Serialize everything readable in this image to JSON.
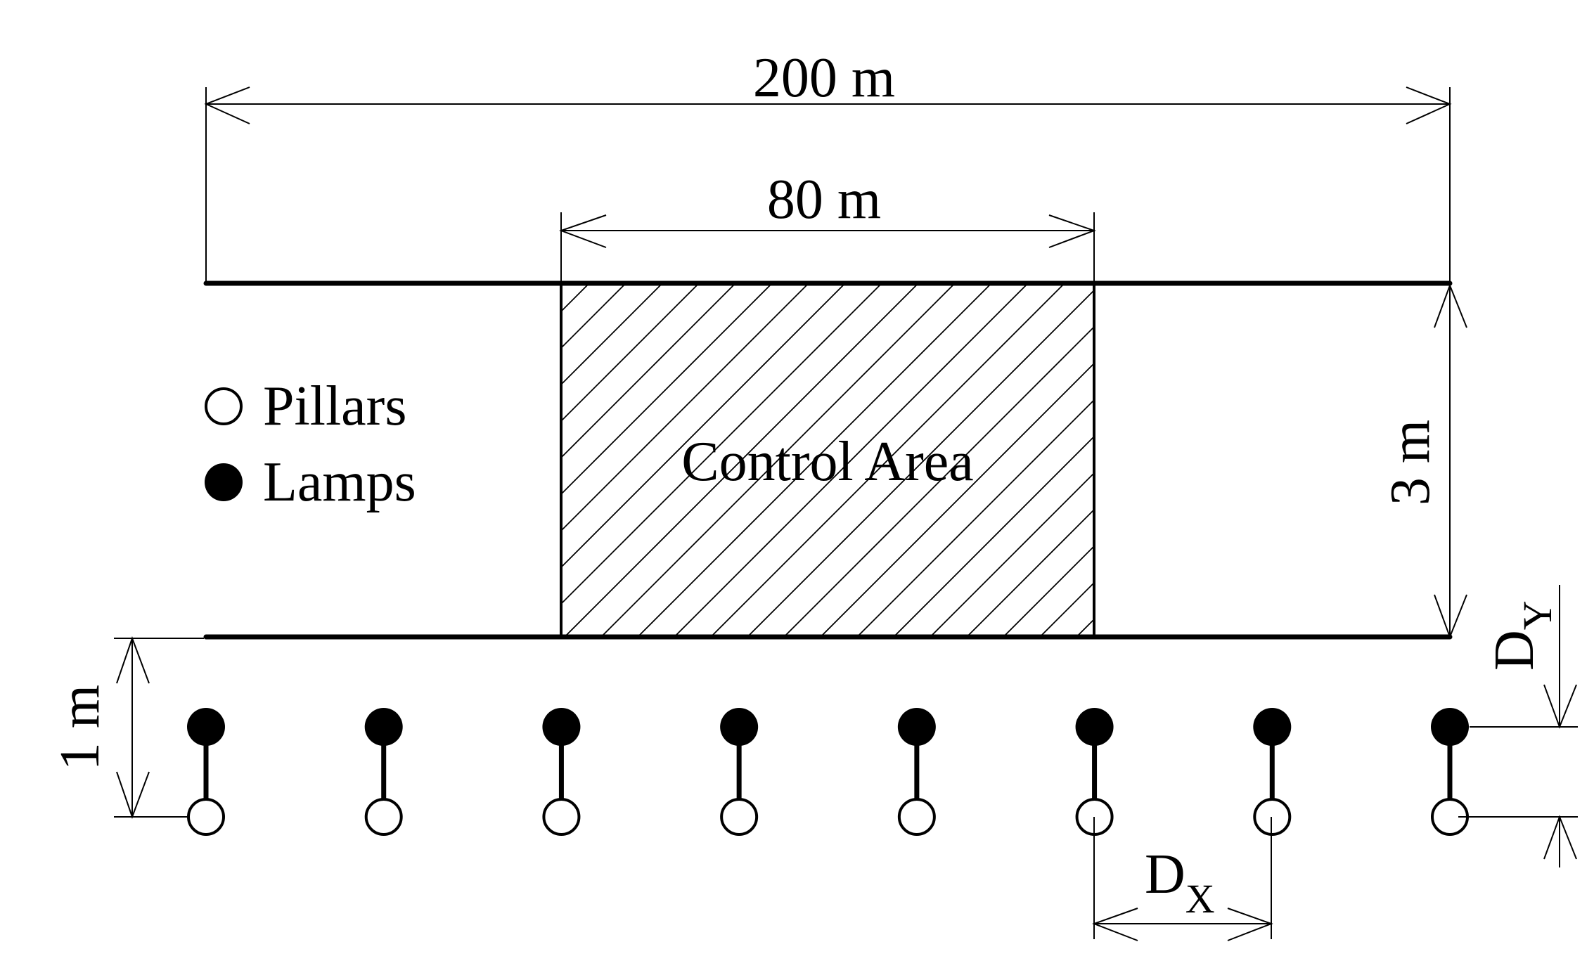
{
  "dimensions": {
    "total_length": "200 m",
    "control_length": "80 m",
    "width": "3 m",
    "offset": "1 m",
    "dx_main": "D",
    "dx_sub": "X",
    "dy_main": "D",
    "dy_sub": "Y"
  },
  "control_area": {
    "label": "Control Area"
  },
  "legend": {
    "pillars": "Pillars",
    "lamps": "Lamps"
  },
  "units": {
    "count": 8
  }
}
